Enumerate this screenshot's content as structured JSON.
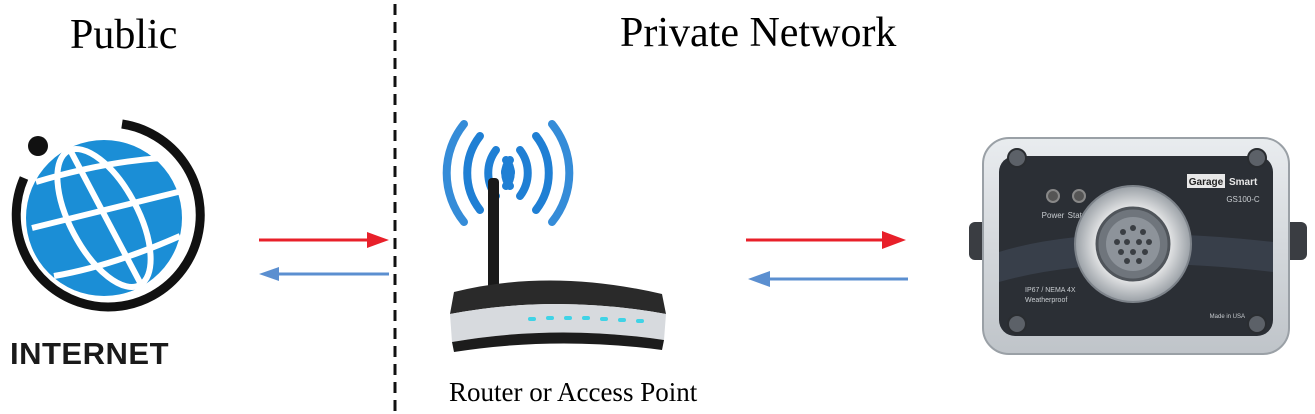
{
  "zones": {
    "public_label": "Public",
    "private_label": "Private Network"
  },
  "internet": {
    "label": "INTERNET"
  },
  "router": {
    "caption": "Router or Access Point"
  },
  "device": {
    "brand_left": "Garage",
    "brand_right": "Smart",
    "model": "GS100-C",
    "power_label": "Power",
    "status_label": "Status",
    "rating_line1": "IP67 / NEMA 4X",
    "rating_line2": "Weatherproof",
    "origin": "Made in USA"
  },
  "arrows": {
    "outbound_color": "#e8202a",
    "inbound_color": "#5b8fd0"
  },
  "colors": {
    "globe_blue": "#1b8ed6",
    "wifi_blue": "#1f7fd4",
    "router_led": "#3fd3e6"
  }
}
